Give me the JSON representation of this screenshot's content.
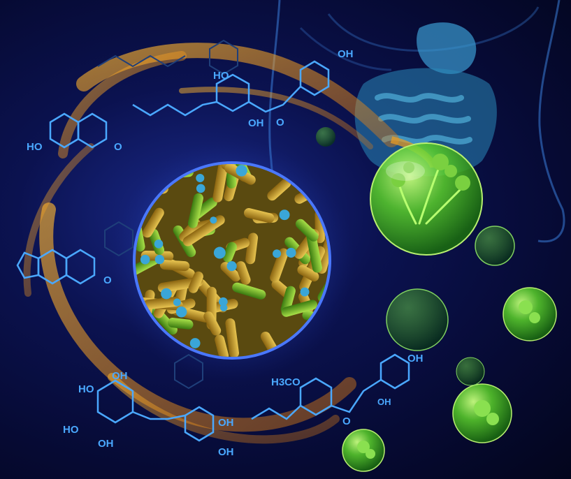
{
  "labels": {
    "ho": "HO",
    "oh": "OH",
    "o": "O",
    "h3co": "H3CO"
  },
  "colors": {
    "background_center": "#1a2a8a",
    "background_edge": "#03051c",
    "molecule_blue": "#4aa8ff",
    "molecule_faint": "#1f3f7a",
    "swirl_orange": "#f0a020",
    "bacteria_gold": "#c89a28",
    "bacteria_green": "#6ab82a",
    "bacteria_blue": "#3aa6d8",
    "bubble_green": "#5ad02a",
    "body_outline": "#3a7ed8"
  },
  "icons": {
    "body": "human-torso-icon",
    "intestine": "intestine-icon",
    "bacteria": "gut-bacteria-icon",
    "bubble": "parsley-bubble-icon"
  }
}
